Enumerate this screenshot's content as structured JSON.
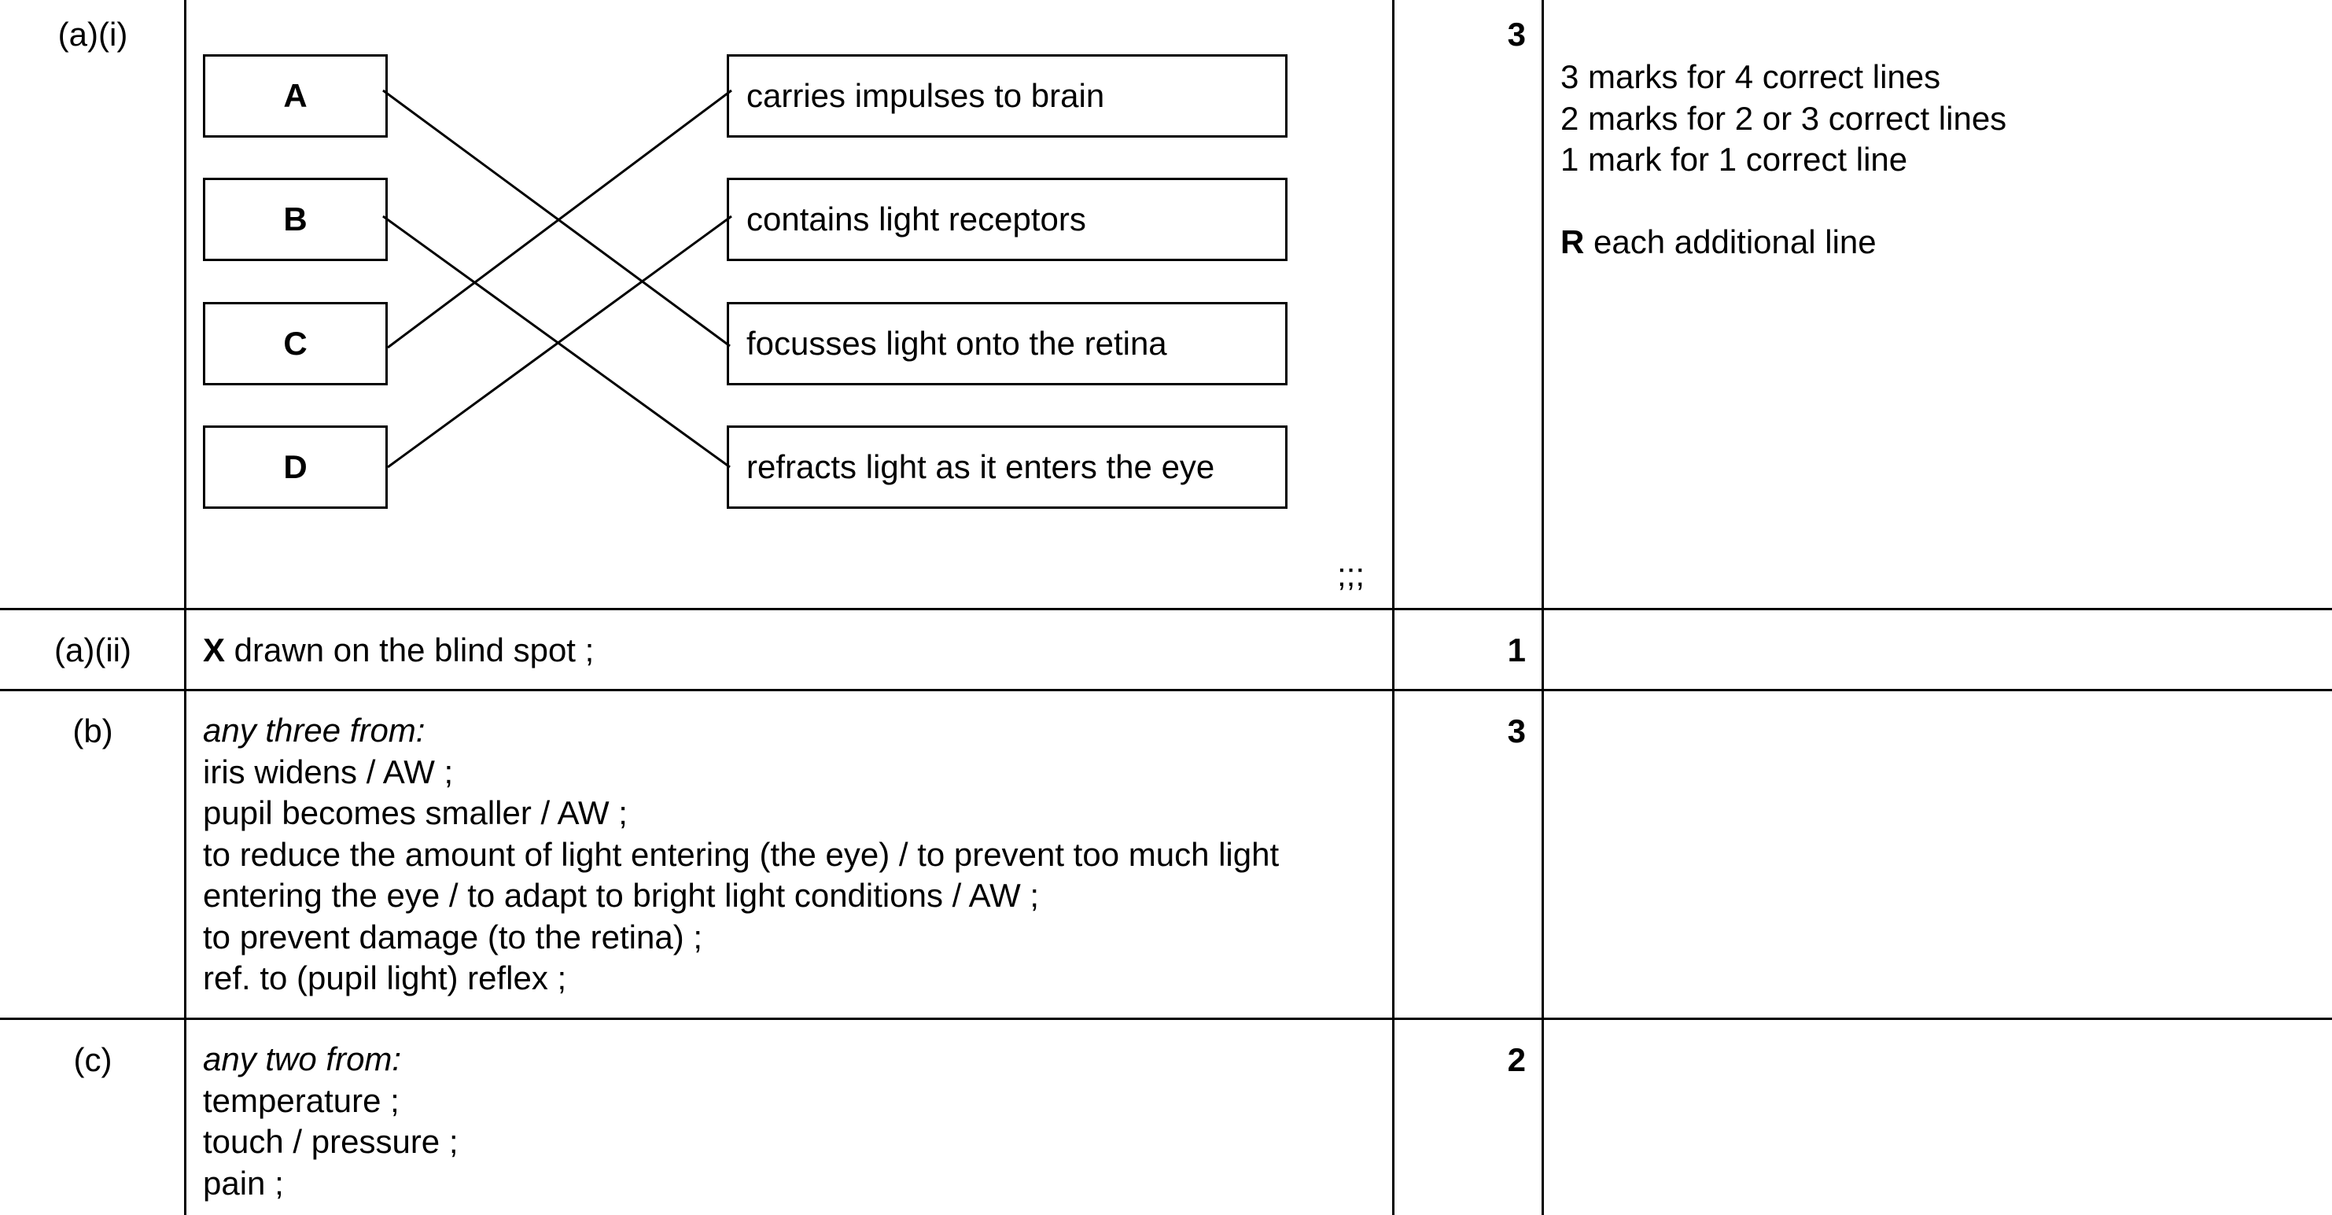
{
  "rows": [
    {
      "label": "(a)(i)",
      "marks": "3",
      "letters": [
        "A",
        "B",
        "C",
        "D"
      ],
      "descriptions": [
        "carries impulses to brain",
        "contains light receptors",
        "focusses light onto the retina",
        "refracts light as it enters the eye"
      ],
      "matches": [
        {
          "letter": "A",
          "description": "focusses light onto the retina"
        },
        {
          "letter": "B",
          "description": "refracts light as it enters the eye"
        },
        {
          "letter": "C",
          "description": "carries impulses to brain"
        },
        {
          "letter": "D",
          "description": "contains light receptors"
        }
      ],
      "mark_points": ";;;",
      "guidance": {
        "line1": "3 marks for 4 correct lines",
        "line2": "2 marks for 2 or 3 correct lines",
        "line3": "1 mark for 1 correct line",
        "reject_prefix": "R",
        "reject_text": " each additional line"
      }
    },
    {
      "label": "(a)(ii)",
      "marks": "1",
      "answer_bold": "X",
      "answer_text": " drawn on the blind spot ;"
    },
    {
      "label": "(b)",
      "marks": "3",
      "intro": "any three from:",
      "points": [
        "iris widens / AW ;",
        "pupil becomes smaller / AW ;",
        "to reduce the amount of light entering (the eye) / to prevent too much light",
        "entering the eye / to adapt to bright light conditions / AW ;",
        "to prevent damage (to the retina) ;",
        "ref. to (pupil light) reflex ;"
      ]
    },
    {
      "label": "(c)",
      "marks": "2",
      "intro": "any two from:",
      "points": [
        "temperature ;",
        "touch / pressure ;",
        "pain ;"
      ]
    }
  ]
}
